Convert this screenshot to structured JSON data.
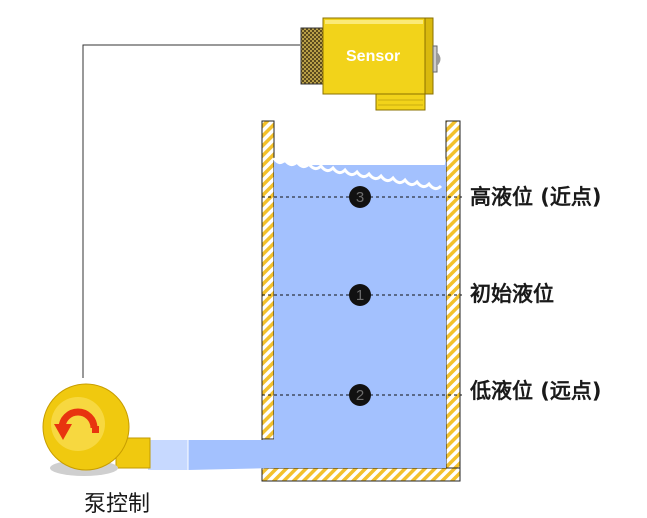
{
  "sensor": {
    "label": "Sensor"
  },
  "levels": [
    {
      "marker": "3",
      "label": "高液位 (近点)"
    },
    {
      "marker": "1",
      "label": "初始液位"
    },
    {
      "marker": "2",
      "label": "低液位 (远点)"
    }
  ],
  "pump": {
    "label": "泵控制"
  },
  "colors": {
    "sensor_body": "#f2d31a",
    "water": "#a3c1fe",
    "tank_wall_stripe": "#f3c12c",
    "pump_body": "#f0c90f",
    "pump_arrow": "#e8340f",
    "marker_fill": "#111111"
  },
  "icons": [
    "sensor-icon",
    "pump-icon",
    "pump-rotation-arrow-icon"
  ]
}
